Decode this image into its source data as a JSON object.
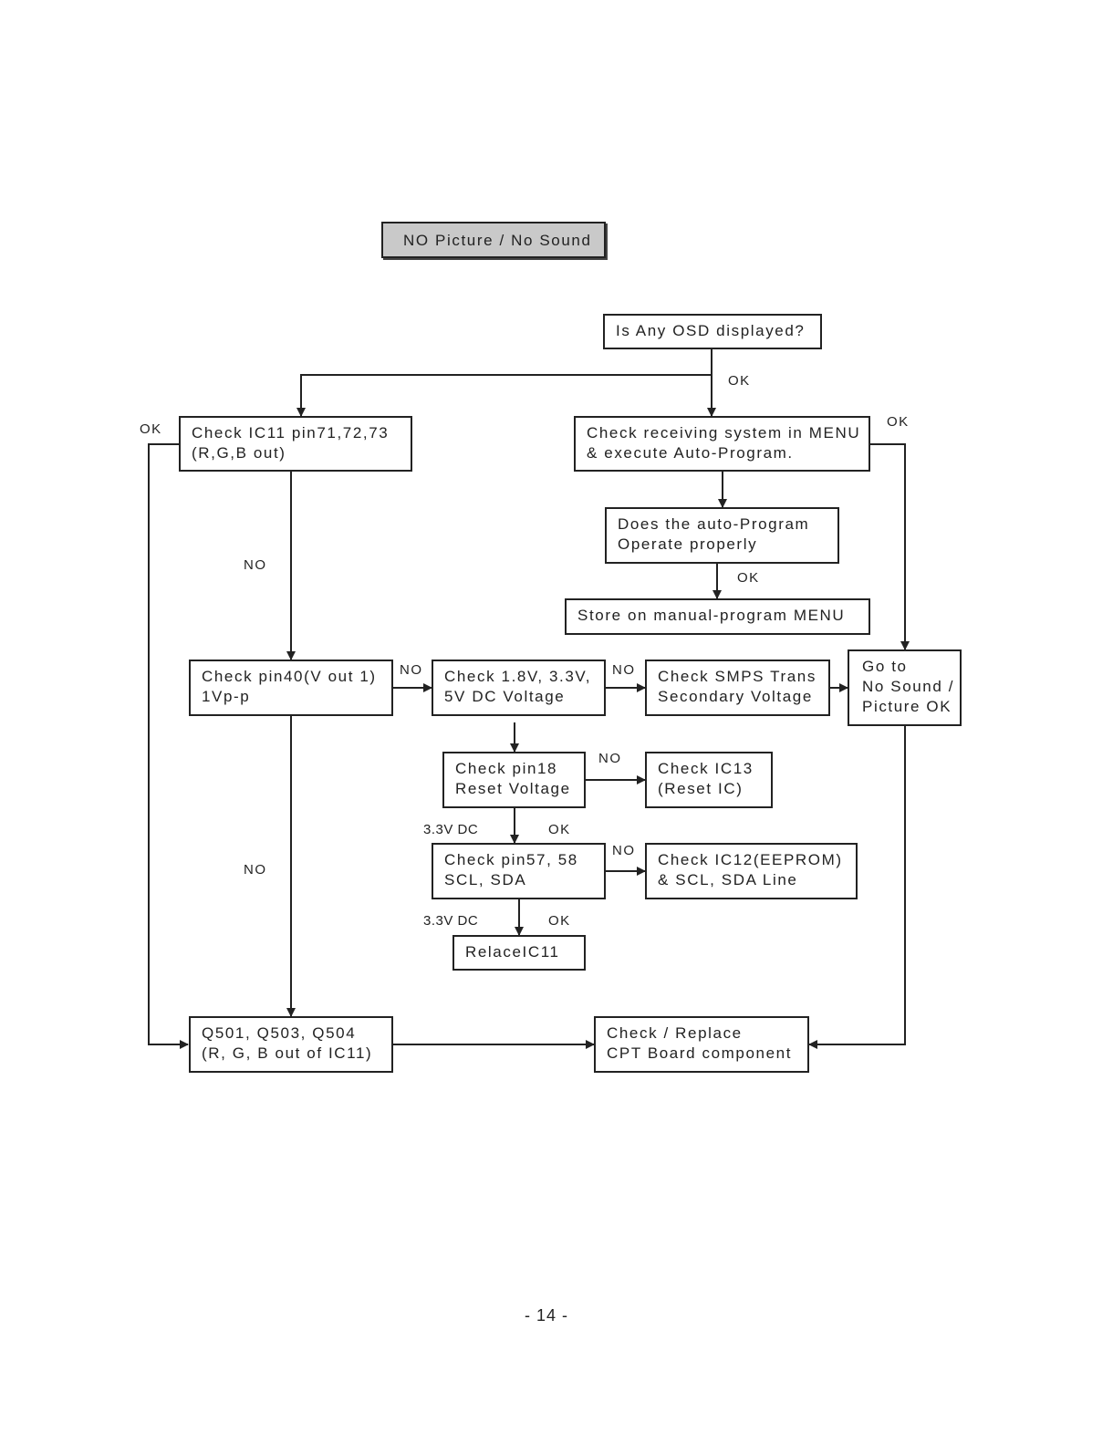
{
  "title": "NO Picture / No Sound",
  "nodes": {
    "osd": {
      "lines": [
        "Is Any OSD displayed?"
      ]
    },
    "ic11_pins": {
      "lines": [
        "Check IC11 pin71,72,73",
        "(R,G,B out)"
      ]
    },
    "receiving": {
      "lines": [
        "Check receiving system in MENU",
        "& execute Auto-Program."
      ]
    },
    "auto_program": {
      "lines": [
        "Does the auto-Program",
        "Operate properly"
      ]
    },
    "store_manual": {
      "lines": [
        "Store on manual-program MENU"
      ]
    },
    "pin40": {
      "lines": [
        "Check pin40(V out 1)",
        "1Vp-p"
      ]
    },
    "dc_voltage": {
      "lines": [
        "Check 1.8V, 3.3V,",
        "5V DC Voltage"
      ]
    },
    "smps": {
      "lines": [
        "Check SMPS Trans",
        "Secondary Voltage"
      ]
    },
    "goto": {
      "lines": [
        "Go to",
        "No Sound /",
        "Picture OK"
      ]
    },
    "pin18": {
      "lines": [
        "Check pin18",
        "Reset Voltage"
      ]
    },
    "ic13": {
      "lines": [
        "Check IC13",
        "(Reset IC)"
      ]
    },
    "pin57": {
      "lines": [
        "Check pin57, 58",
        "SCL, SDA"
      ]
    },
    "ic12": {
      "lines": [
        "Check IC12(EEPROM)",
        "& SCL, SDA  Line"
      ]
    },
    "replace_ic11": {
      "lines": [
        "RelaceIC11"
      ]
    },
    "q501": {
      "lines": [
        "Q501, Q503, Q504",
        "(R, G, B out of IC11)"
      ]
    },
    "cpt": {
      "lines": [
        "Check / Replace",
        "CPT Board component"
      ]
    }
  },
  "edge_labels": {
    "ok_osd": "OK",
    "ok_ic11_left": "OK",
    "ok_receiving_right": "OK",
    "ok_auto_program": "OK",
    "no_ic11_down": "NO",
    "no_pin40_right": "NO",
    "no_dc_right": "NO",
    "no_pin40_down": "NO",
    "no_pin18_right": "NO",
    "dc33_pin18": "3.3V DC",
    "ok_pin18": "OK",
    "no_pin57_right": "NO",
    "dc33_pin57": "3.3V DC",
    "ok_pin57": "OK"
  },
  "page_number": "- 14 -",
  "colors": {
    "line": "#222222",
    "title_fill": "#c9c9c9",
    "background": "#ffffff"
  }
}
